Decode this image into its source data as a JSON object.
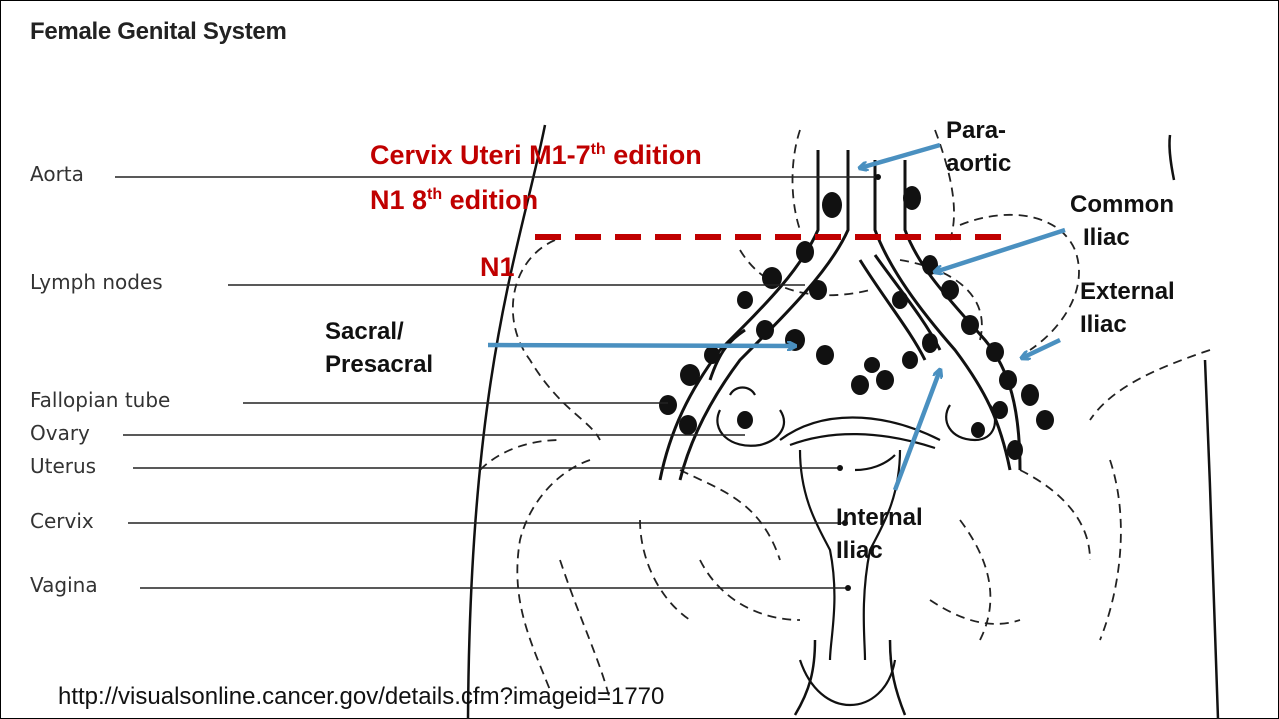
{
  "title": "Female Genital System",
  "anatomy_labels": {
    "aorta": "Aorta",
    "lymph_nodes": "Lymph nodes",
    "fallopian_tube": "Fallopian tube",
    "ovary": "Ovary",
    "uterus": "Uterus",
    "cervix": "Cervix",
    "vagina": "Vagina"
  },
  "staging": {
    "line1_main": "Cervix Uteri M1-7",
    "line1_sup": "th",
    "line1_tail": " edition",
    "line2_main": "N1 8",
    "line2_sup": "th",
    "line2_tail": " edition",
    "n1": "N1"
  },
  "node_groups": {
    "para_aortic_1": "Para-",
    "para_aortic_2": "aortic",
    "common_iliac_1": "Common",
    "common_iliac_2": "Iliac",
    "external_iliac_1": "External",
    "external_iliac_2": "Iliac",
    "sacral_1": "Sacral/",
    "sacral_2": "Presacral",
    "internal_iliac_1": "Internal",
    "internal_iliac_2": "Iliac"
  },
  "source_url": "http://visualsonline.cancer.gov/details.cfm?imageid=1770",
  "colors": {
    "staging_red": "#c00000",
    "arrow_blue": "#4a90c0"
  }
}
